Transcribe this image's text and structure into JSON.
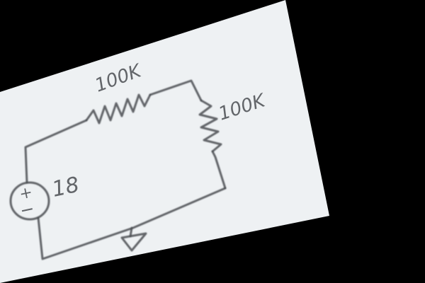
{
  "diagram": {
    "type": "hand-drawn circuit schematic",
    "colors": {
      "background": "#000000",
      "paper": "#eef1f3",
      "ink": "#4a4d52"
    },
    "components": {
      "resistor_top": {
        "symbol": "resistor",
        "label": "100K"
      },
      "resistor_right": {
        "symbol": "resistor",
        "label": "100K"
      },
      "voltage_source": {
        "symbol": "voltage-source",
        "plus": "+",
        "minus": "−",
        "label": "18"
      },
      "ground": {
        "symbol": "ground"
      }
    }
  }
}
